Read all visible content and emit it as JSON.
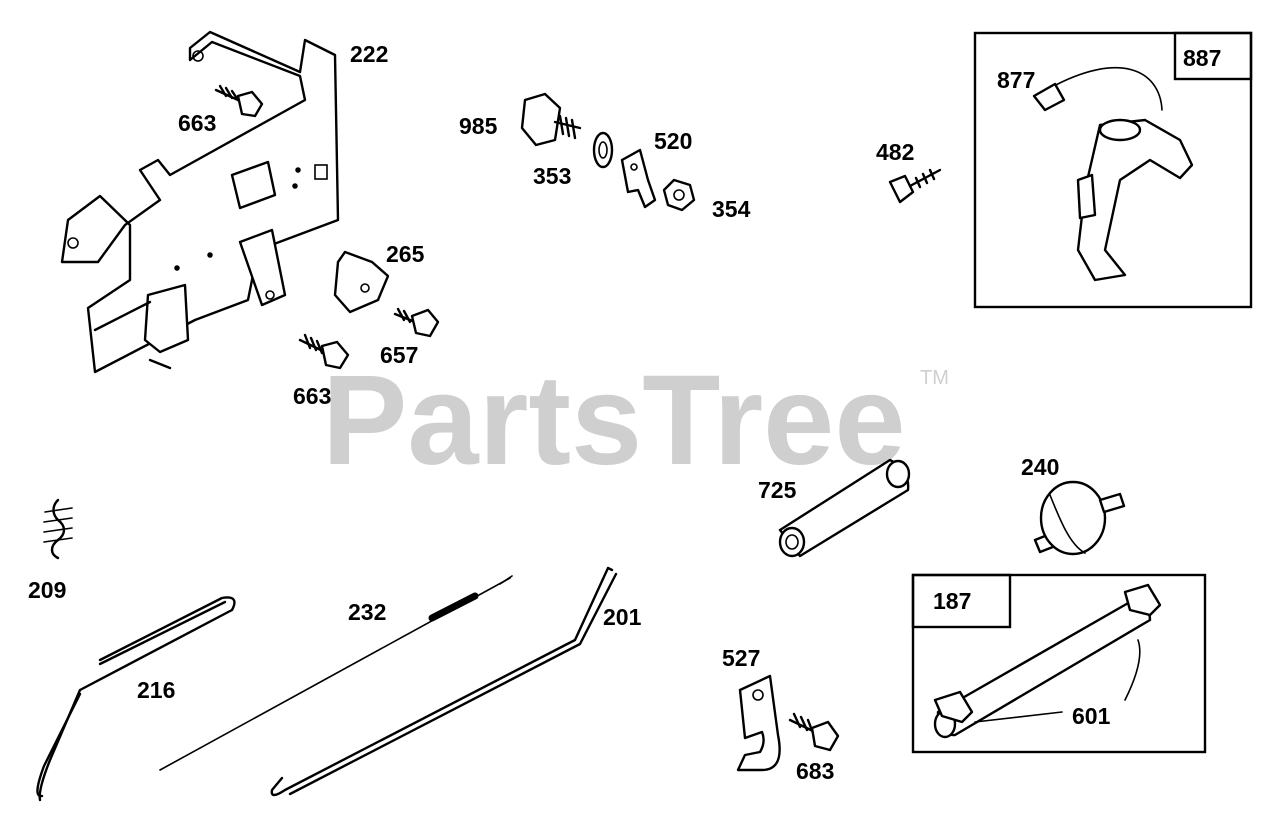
{
  "watermark": {
    "text": "PartsTree",
    "trademark": "TM"
  },
  "labels": {
    "l222": "222",
    "l663a": "663",
    "l985": "985",
    "l353": "353",
    "l520": "520",
    "l354": "354",
    "l482": "482",
    "l877": "877",
    "l887": "887",
    "l265": "265",
    "l657": "657",
    "l663b": "663",
    "l725": "725",
    "l240": "240",
    "l209": "209",
    "l232": "232",
    "l201": "201",
    "l216": "216",
    "l527": "527",
    "l683": "683",
    "l187": "187",
    "l601": "601"
  }
}
